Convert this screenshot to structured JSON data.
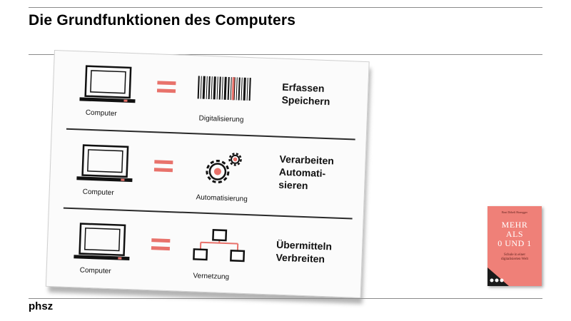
{
  "slide": {
    "title": "Die Grundfunktionen des Computers",
    "footer": "phsz"
  },
  "card": {
    "rows": [
      {
        "left_label": "Computer",
        "middle_label": "Digitalisierung",
        "middle_icon": "barcode-icon",
        "right_lines": [
          "Erfassen",
          "Speichern"
        ]
      },
      {
        "left_label": "Computer",
        "middle_label": "Automatisierung",
        "middle_icon": "gears-icon",
        "right_lines": [
          "Verarbeiten",
          "Automati-",
          "sieren"
        ]
      },
      {
        "left_label": "Computer",
        "middle_label": "Vernetzung",
        "middle_icon": "network-icon",
        "right_lines": [
          "Übermitteln",
          "Verbreiten"
        ]
      }
    ],
    "accent_color": "#e8726b"
  },
  "book": {
    "author": "Beat Döbeli Honegger",
    "title_lines": [
      "MEHR",
      "ALS",
      "0 UND 1"
    ],
    "subtitle_lines": [
      "Schule in einer",
      "digitalisierten Welt"
    ],
    "cover_color": "#ef8078"
  }
}
